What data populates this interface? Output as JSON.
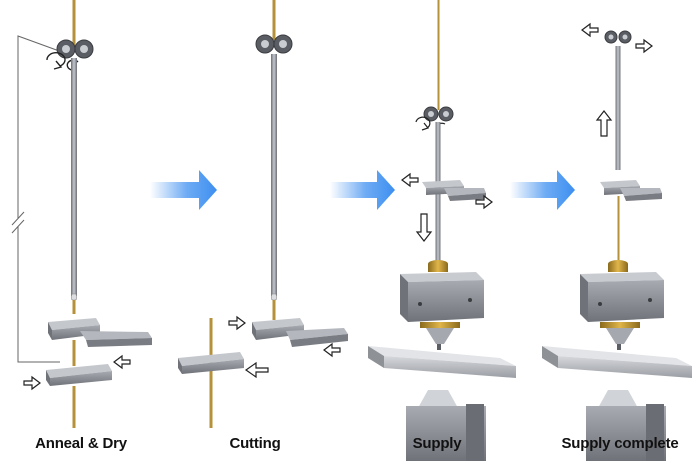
{
  "stages": [
    {
      "label": "Anneal & Dry"
    },
    {
      "label": "Cutting"
    },
    {
      "label": "Supply"
    },
    {
      "label": "Supply complete"
    }
  ],
  "colors": {
    "filament": "#b5923a",
    "rod": "#8e9096",
    "metal_part": "#7d8087",
    "metal_light": "#b4b7bd",
    "transition_arrow": "#3d8ff0",
    "motion_arrow_outline": "#222222",
    "connector_line": "#666666",
    "label_text": "#111111"
  }
}
